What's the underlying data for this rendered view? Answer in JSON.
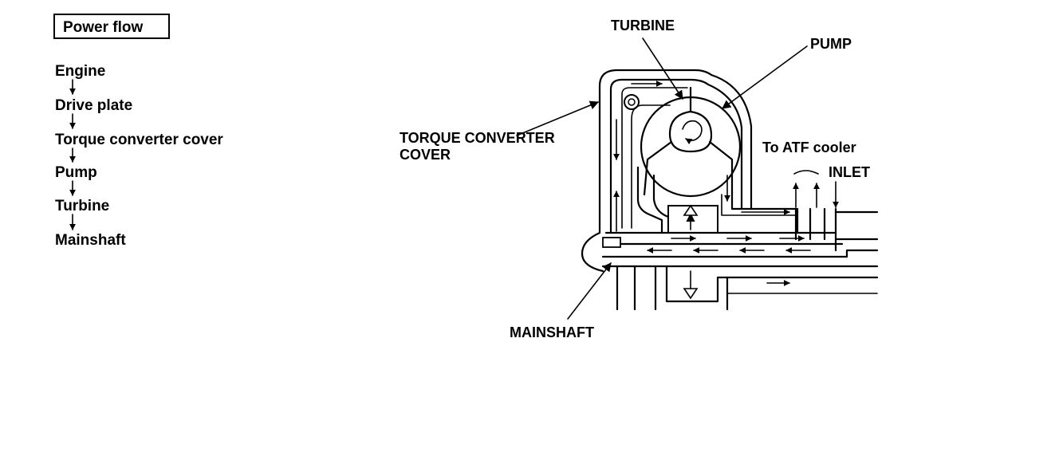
{
  "legend": {
    "title": "Power flow",
    "steps": [
      "Engine",
      "Drive plate",
      "Torque converter cover",
      "Pump",
      "Turbine",
      "Mainshaft"
    ]
  },
  "callouts": {
    "turbine": "TURBINE",
    "pump": "PUMP",
    "cover_line1": "TORQUE CONVERTER",
    "cover_line2": "COVER",
    "atf_cooler": "To ATF cooler",
    "inlet": "INLET",
    "mainshaft": "MAINSHAFT"
  }
}
